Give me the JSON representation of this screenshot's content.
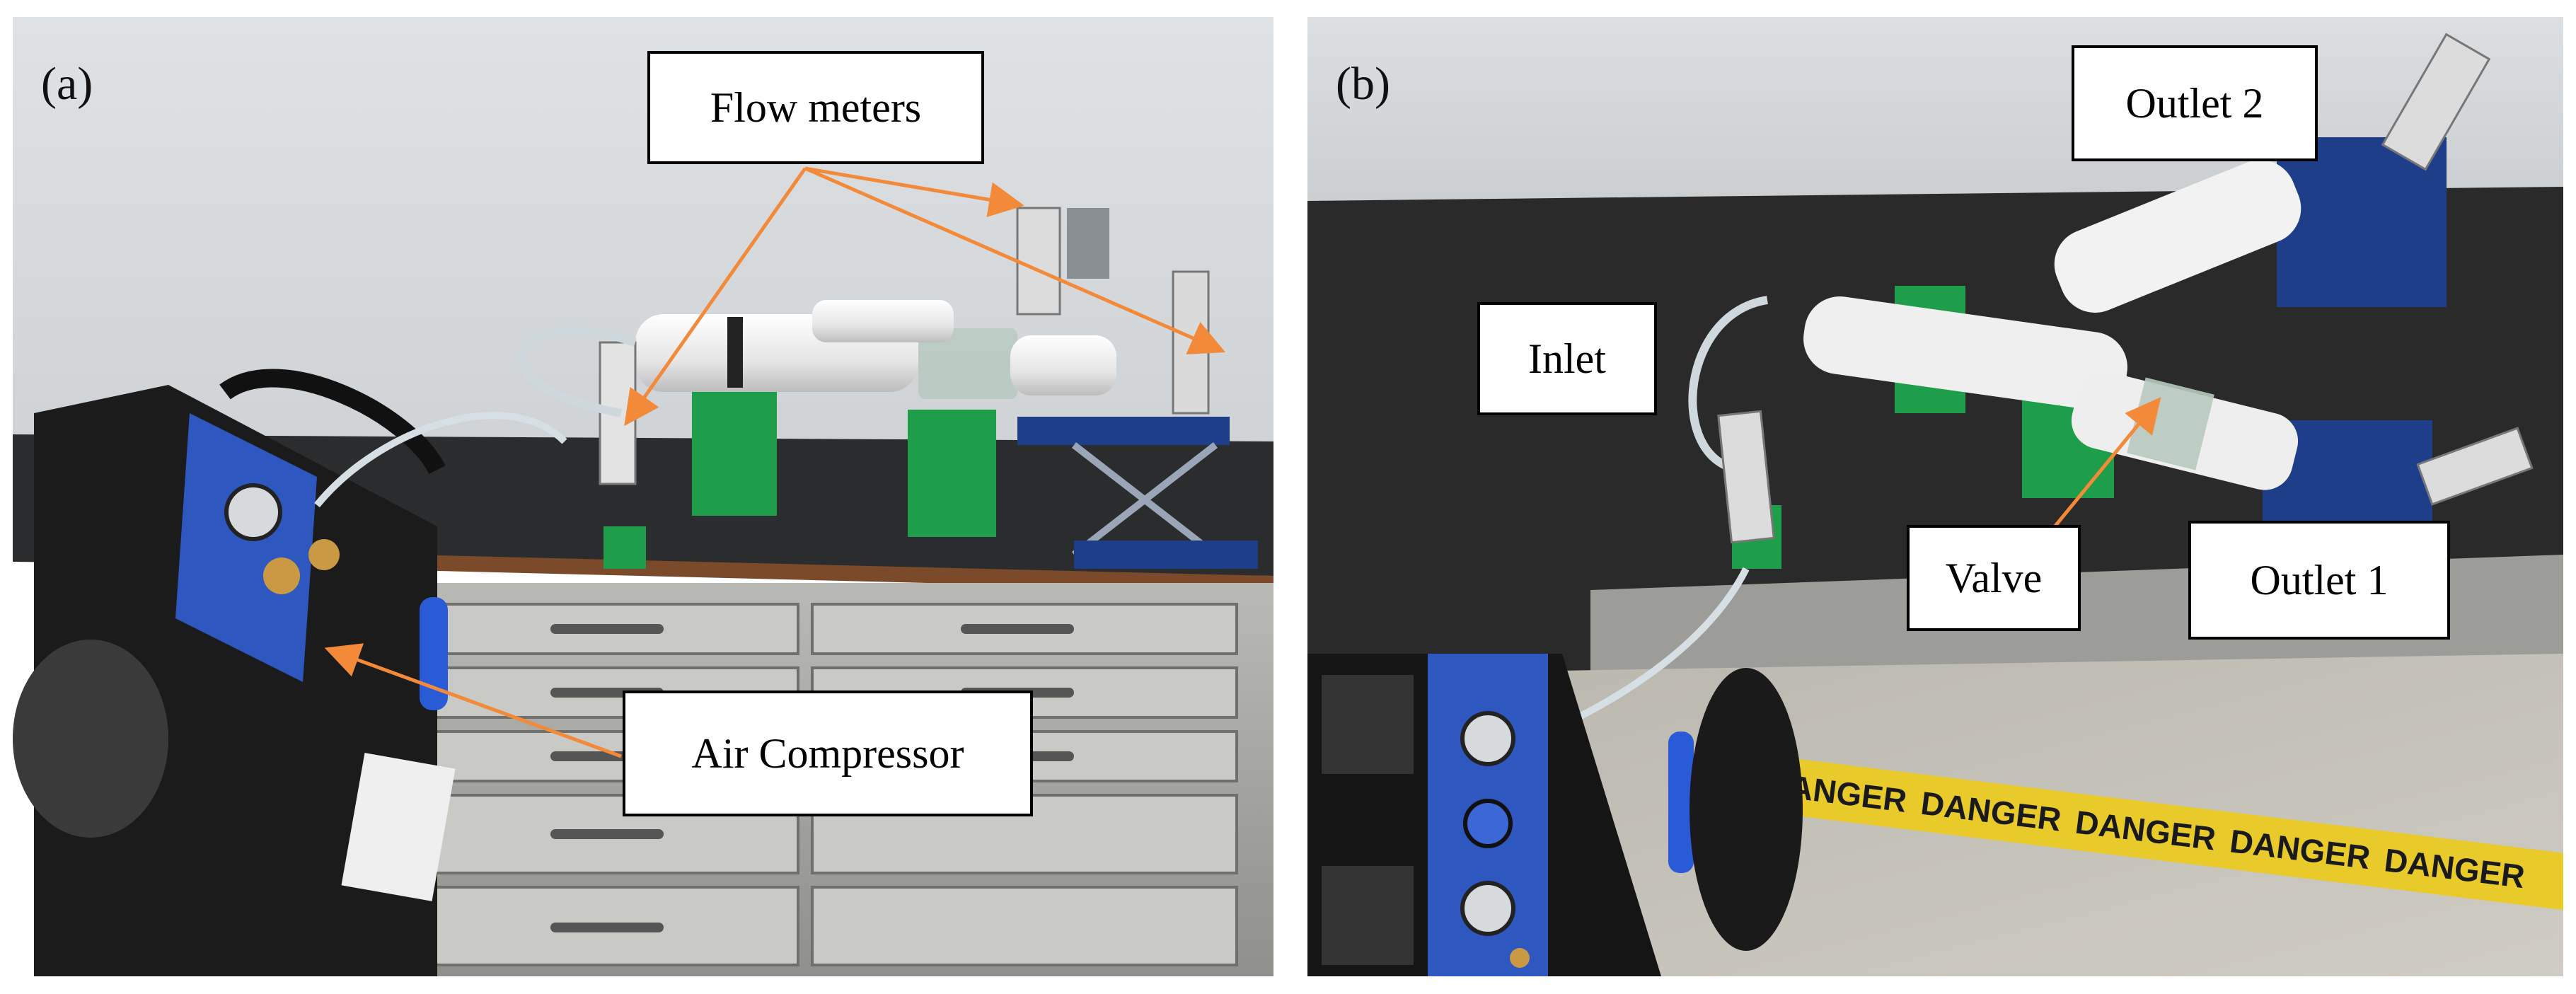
{
  "figure": {
    "panels": [
      {
        "letter": "(a)",
        "labels": {
          "flow_meters": "Flow meters",
          "air_compressor": "Air Compressor"
        }
      },
      {
        "letter": "(b)",
        "labels": {
          "outlet_2": "Outlet 2",
          "inlet": "Inlet",
          "valve": "Valve",
          "outlet_1": "Outlet 1"
        },
        "floor_tape_text": "DANGER"
      }
    ],
    "colors": {
      "arrow": "#F28A3A",
      "pipe": "#EDEDED",
      "stand_green": "#1E9E4A",
      "stand_blue": "#1F3E8A",
      "bench_black": "#2A2A2A",
      "wall": "#D9DCDE",
      "cabinet_steel": "#A9A9A6",
      "tape_yellow": "#E8CB2A"
    }
  }
}
